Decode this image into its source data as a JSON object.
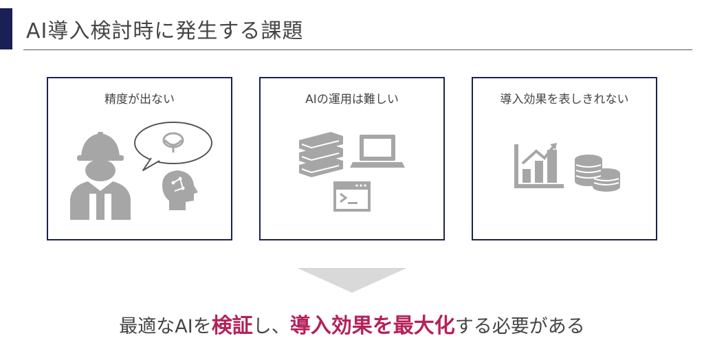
{
  "header": {
    "title": "AI導入検討時に発生する課題"
  },
  "cards": [
    {
      "title": "精度が出ない",
      "icons": [
        "worker-icon",
        "thought-bubble-icon",
        "ai-head-icon"
      ]
    },
    {
      "title": "AIの運用は難しい",
      "icons": [
        "books-icon",
        "laptop-icon",
        "terminal-window-icon"
      ]
    },
    {
      "title": "導入効果を表しきれない",
      "icons": [
        "bar-chart-icon",
        "coins-icon"
      ]
    }
  ],
  "conclusion": {
    "part1": "最適なAIを",
    "highlight1": "検証",
    "part2": "し、",
    "highlight2": "導入効果を最大化",
    "part3": "する必要がある"
  },
  "colors": {
    "accent": "#1a1f56",
    "highlight": "#b5215a",
    "icon": "#a6a6a6",
    "text": "#444444",
    "arrow": "#d9d9d9"
  }
}
